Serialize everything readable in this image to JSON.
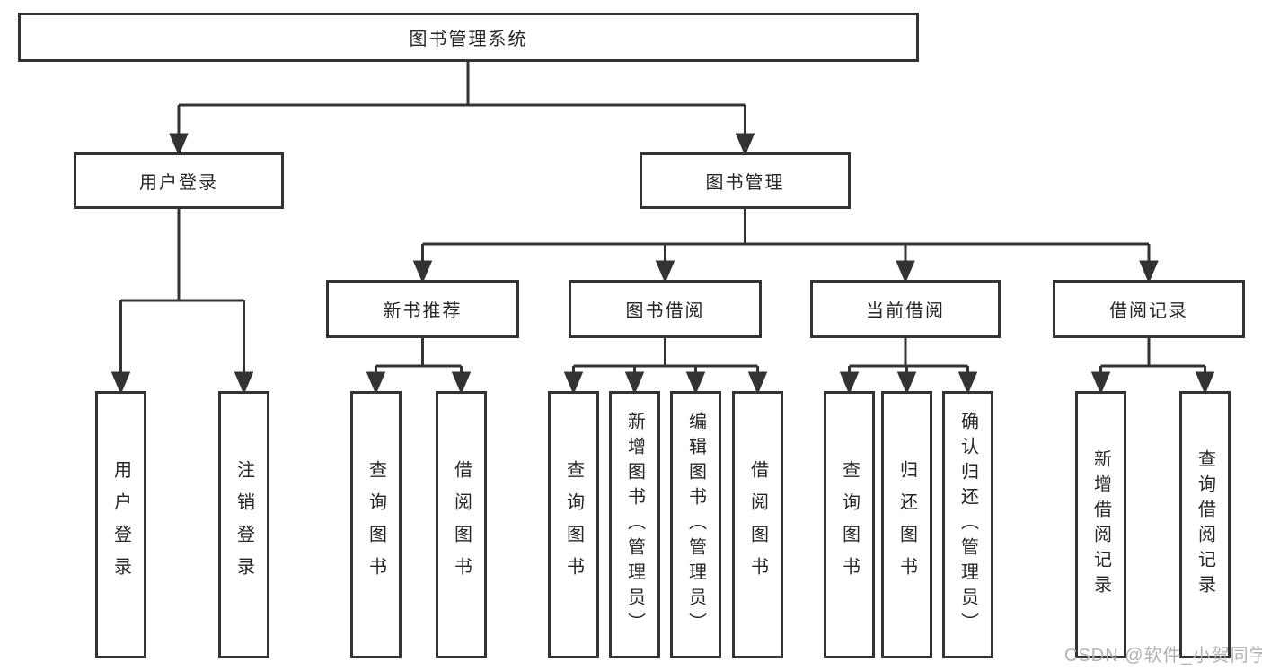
{
  "nodes": {
    "root": "图书管理系统",
    "user_login": "用户登录",
    "book_mgmt": "图书管理",
    "new_book_rec": "新书推荐",
    "book_borrow": "图书借阅",
    "current_borrow": "当前借阅",
    "borrow_record": "借阅记录",
    "leaves": {
      "user_login": "用户登录",
      "logout": "注销登录",
      "rec_query_book": "查询图书",
      "rec_borrow_book": "借阅图书",
      "bb_query_book": "查询图书",
      "bb_add_book": "新增图书（管理员）",
      "bb_edit_book": "编辑图书（管理员）",
      "bb_borrow_book": "借阅图书",
      "cb_query_book": "查询图书",
      "cb_return_book": "归还图书",
      "cb_confirm_return": "确认归还（管理员）",
      "br_add_record": "新增借阅记录",
      "br_query_record": "查询借阅记录"
    }
  },
  "watermark": "CSDN @软件_小贺同学",
  "colors": {
    "line": "#333333",
    "text": "#262626",
    "watermark": "#b2b2b2",
    "background": "#ffffff"
  }
}
